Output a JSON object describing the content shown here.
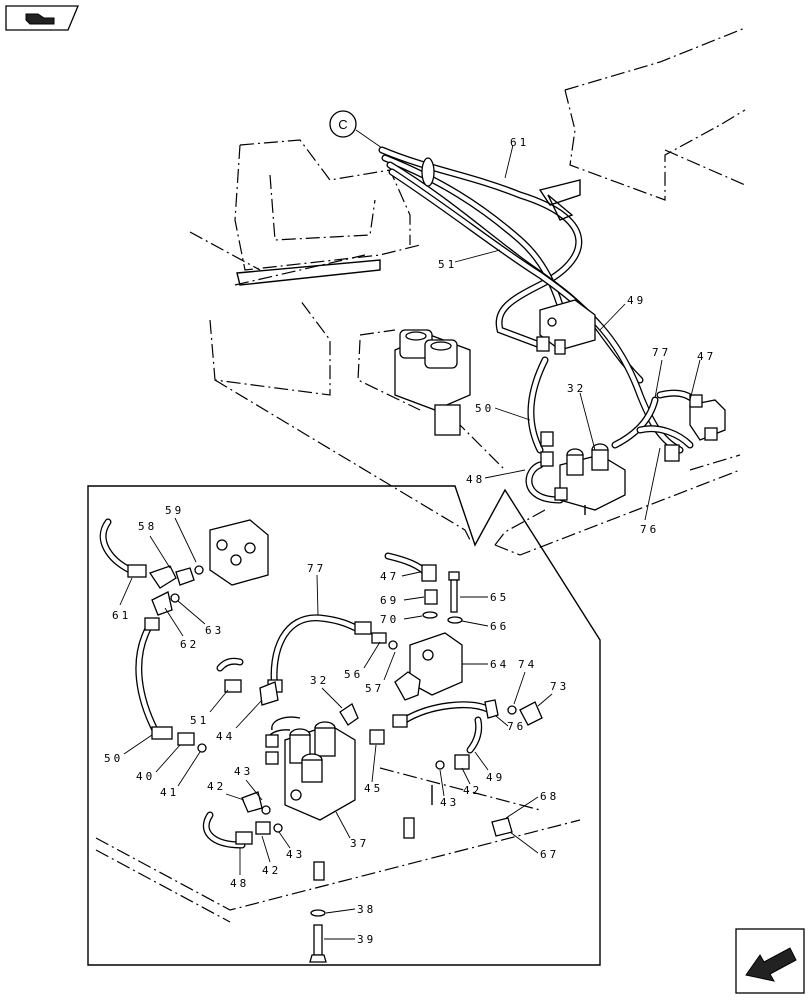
{
  "toolbar": {
    "icon": "assembly-view-icon"
  },
  "nav": {
    "icon": "next-page-arrow-icon"
  },
  "detail_marker": "C",
  "callouts": [
    "61",
    "51",
    "49",
    "77",
    "47",
    "32",
    "50",
    "48",
    "76",
    "59",
    "58",
    "61",
    "62",
    "63",
    "77",
    "47",
    "69",
    "70",
    "65",
    "66",
    "56",
    "57",
    "64",
    "74",
    "73",
    "51",
    "44",
    "32",
    "50",
    "40",
    "41",
    "43",
    "45",
    "76",
    "42",
    "49",
    "43",
    "42",
    "42",
    "43",
    "37",
    "68",
    "67",
    "48",
    "38",
    "39"
  ]
}
